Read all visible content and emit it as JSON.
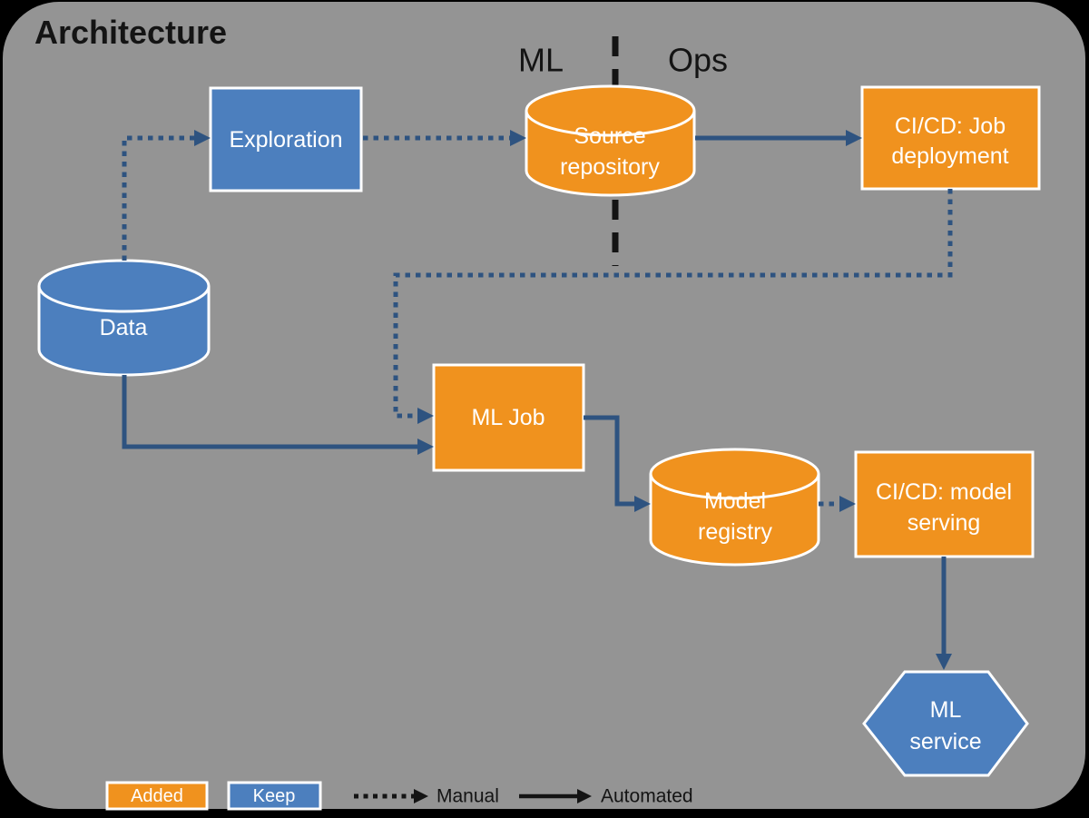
{
  "title": "Architecture",
  "divider": {
    "left_label": "ML",
    "right_label": "Ops"
  },
  "colors": {
    "added_orange": "#F0921E",
    "keep_blue": "#4C7FBE",
    "arrow_navy": "#2E5380",
    "panel_gray": "#949494",
    "ink": "#141414",
    "node_text": "#FFFFFF",
    "node_border": "#FFFFFF"
  },
  "nodes": {
    "exploration": {
      "label": "Exploration",
      "shape": "rectangle",
      "category": "keep"
    },
    "source_repository": {
      "lines": [
        "Source",
        "repository"
      ],
      "shape": "cylinder",
      "category": "added"
    },
    "cicd_job_deployment": {
      "lines": [
        "CI/CD: Job",
        "deployment"
      ],
      "shape": "rectangle",
      "category": "added"
    },
    "data": {
      "label": "Data",
      "shape": "cylinder",
      "category": "keep"
    },
    "ml_job": {
      "label": "ML Job",
      "shape": "rectangle",
      "category": "added"
    },
    "model_registry": {
      "lines": [
        "Model",
        "registry"
      ],
      "shape": "cylinder",
      "category": "added"
    },
    "cicd_model_serving": {
      "lines": [
        "CI/CD: model",
        "serving"
      ],
      "shape": "rectangle",
      "category": "added"
    },
    "ml_service": {
      "lines": [
        "ML",
        "service"
      ],
      "shape": "hexagon",
      "category": "keep"
    }
  },
  "edges": [
    {
      "from": "data",
      "to": "exploration",
      "type": "manual"
    },
    {
      "from": "exploration",
      "to": "source_repository",
      "type": "manual"
    },
    {
      "from": "source_repository",
      "to": "cicd_job_deployment",
      "type": "automated"
    },
    {
      "from": "cicd_job_deployment",
      "to": "ml_job",
      "type": "manual"
    },
    {
      "from": "data",
      "to": "ml_job",
      "type": "automated"
    },
    {
      "from": "ml_job",
      "to": "model_registry",
      "type": "automated"
    },
    {
      "from": "model_registry",
      "to": "cicd_model_serving",
      "type": "manual"
    },
    {
      "from": "cicd_model_serving",
      "to": "ml_service",
      "type": "automated"
    }
  ],
  "legend": {
    "added_label": "Added",
    "keep_label": "Keep",
    "manual_label": "Manual",
    "automated_label": "Automated"
  }
}
